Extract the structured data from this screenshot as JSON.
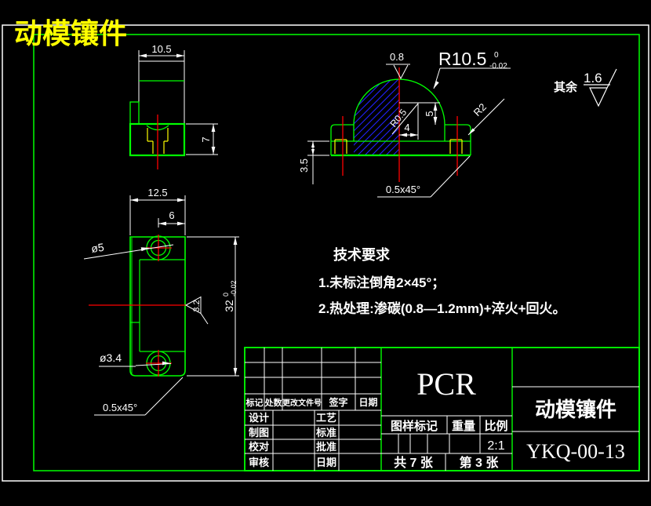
{
  "overlay_title": "动模镶件",
  "general_roughness": {
    "label": "其余",
    "value": "1.6"
  },
  "side_view": {
    "width": "10.5",
    "height": "7"
  },
  "section_view": {
    "roughness_top": "0.8",
    "radius": "R10.5",
    "radius_tol_upper": "0",
    "radius_tol_lower": "-0.02",
    "inner_radius": "R0.5",
    "dim_height": "5",
    "dim_offset": "4",
    "corner_radius": "R2",
    "dim_base_height": "3.5",
    "chamfer": "0.5x45°"
  },
  "plan_view": {
    "width": "12.5",
    "hole_offset": "6",
    "hole_top": "ø5",
    "hole_bottom": "ø3.4",
    "length": "32",
    "length_tol_upper": "0",
    "length_tol_lower": "-0.02",
    "roughness_side": "3.2",
    "chamfer": "0.5x45°"
  },
  "tech_requirements": {
    "title": "技术要求",
    "item1": "1.未标注倒角2×45°；",
    "item2": "2.热处理:渗碳(0.8—1.2mm)+淬火+回火。"
  },
  "title_block": {
    "rev_headers": [
      "标记",
      "处数",
      "更改文件号",
      "签字",
      "日期"
    ],
    "roles_left": [
      "设计",
      "制图",
      "校对",
      "审核"
    ],
    "roles_right": [
      "工艺",
      "标准",
      "批准",
      "日期"
    ],
    "product_code": "PCR",
    "stamp_label": "图样标记",
    "weight_label": "重量",
    "scale_label": "比例",
    "scale_value": "2:1",
    "sheet_total": "共 7 张",
    "sheet_index": "第 3 张",
    "part_name": "动模镶件",
    "drawing_number": "YKQ-00-13"
  },
  "colors": {
    "outline": "#00ff00",
    "hidden": "#ffff00",
    "centerline": "#ff0000",
    "dimension": "#ffffff",
    "hatch": "#2222ff",
    "overlay": "#ffff00"
  }
}
